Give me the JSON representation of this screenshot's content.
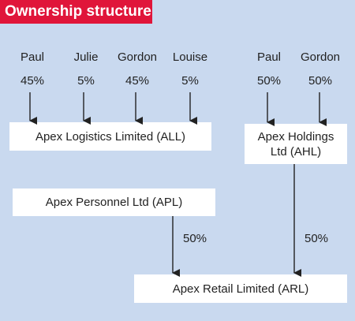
{
  "title": "Ownership structure",
  "colors": {
    "background": "#c9d9ef",
    "title_badge": "#e0153a",
    "box": "#ffffff",
    "arrow": "#222222"
  },
  "owners_all": [
    {
      "name": "Paul",
      "share": "45%"
    },
    {
      "name": "Julie",
      "share": "5%"
    },
    {
      "name": "Gordon",
      "share": "45%"
    },
    {
      "name": "Louise",
      "share": "5%"
    }
  ],
  "owners_ahl": [
    {
      "name": "Paul",
      "share": "50%"
    },
    {
      "name": "Gordon",
      "share": "50%"
    }
  ],
  "companies": {
    "all": "Apex Logistics Limited (ALL)",
    "ahl_line1": "Apex Holdings",
    "ahl_line2": "Ltd (AHL)",
    "apl": "Apex Personnel Ltd (APL)",
    "arl": "Apex Retail Limited (ARL)"
  },
  "links": {
    "apl_to_arl": "50%",
    "ahl_to_arl": "50%"
  }
}
